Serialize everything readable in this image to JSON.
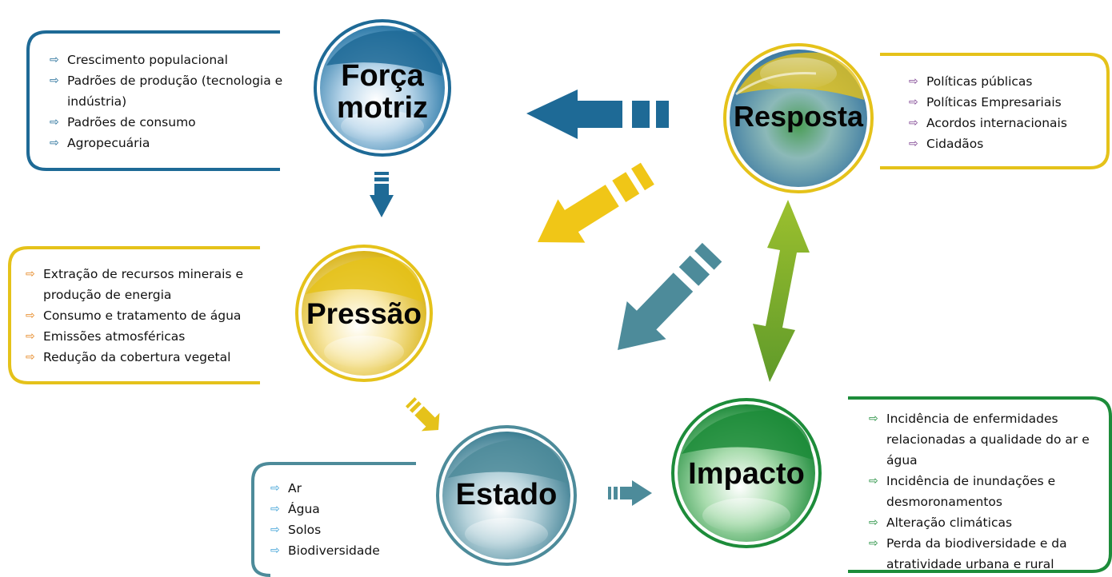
{
  "colors": {
    "blue": "#1e6a96",
    "teal": "#4d8b9a",
    "yellow": "#e5c21a",
    "green": "#1d8c3a",
    "lime": "#7fae2a"
  },
  "nodes": {
    "forca": {
      "title_line1": "Força",
      "title_line2": "motriz"
    },
    "resposta": {
      "title": "Resposta"
    },
    "pressao": {
      "title": "Pressão"
    },
    "estado": {
      "title": "Estado"
    },
    "impacto": {
      "title": "Impacto"
    }
  },
  "boxes": {
    "forca": {
      "items": [
        "Crescimento populacional",
        "Padrões de produção (tecnologia e indústria)",
        "Padrões de consumo",
        "Agropecuária"
      ]
    },
    "resposta": {
      "items": [
        "Políticas públicas",
        "Políticas Empresariais",
        "Acordos internacionais",
        "Cidadãos"
      ]
    },
    "pressao": {
      "items": [
        "Extração de recursos minerais e produção de energia",
        "Consumo e tratamento de água",
        "Emissões atmosféricas",
        "Redução da cobertura  vegetal"
      ]
    },
    "estado": {
      "items": [
        "Ar",
        "Água",
        "Solos",
        "Biodiversidade"
      ]
    },
    "impacto": {
      "items": [
        "Incidência de enfermidades relacionadas a qualidade do ar e água",
        "Incidência de inundações e desmoronamentos",
        "Alteração climáticas",
        "Perda da biodiversidade e da atratividade urbana e rural"
      ]
    }
  }
}
